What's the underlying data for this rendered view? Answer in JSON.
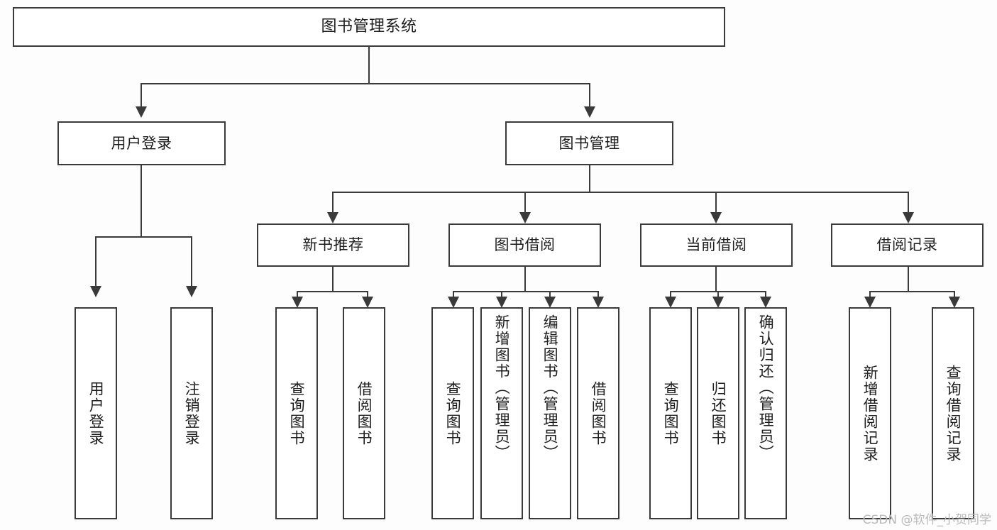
{
  "diagram": {
    "title": "图书管理系统",
    "type": "tree",
    "watermark": "CSDN @软件_小贺同学",
    "line_color": "#3a3a3a",
    "box_fill": "#ffffff",
    "background": "#fdfdfd"
  },
  "nodes": {
    "root": {
      "label": "图书管理系统"
    },
    "level2": [
      {
        "label": "用户登录"
      },
      {
        "label": "图书管理"
      }
    ],
    "level3": [
      {
        "label": "新书推荐"
      },
      {
        "label": "图书借阅"
      },
      {
        "label": "当前借阅"
      },
      {
        "label": "借阅记录"
      }
    ],
    "leaves": {
      "user_login": [
        {
          "label": "用户登录"
        },
        {
          "label": "注销登录"
        }
      ],
      "new_book": [
        {
          "label": "查询图书"
        },
        {
          "label": "借阅图书"
        }
      ],
      "book_borrow": [
        {
          "label": "查询图书"
        },
        {
          "label": "新增图书（管理员）"
        },
        {
          "label": "编辑图书（管理员）"
        },
        {
          "label": "借阅图书"
        }
      ],
      "current_borrow": [
        {
          "label": "查询图书"
        },
        {
          "label": "归还图书"
        },
        {
          "label": "确认归还（管理员）"
        }
      ],
      "borrow_record": [
        {
          "label": "新增借阅记录"
        },
        {
          "label": "查询借阅记录"
        }
      ]
    }
  }
}
